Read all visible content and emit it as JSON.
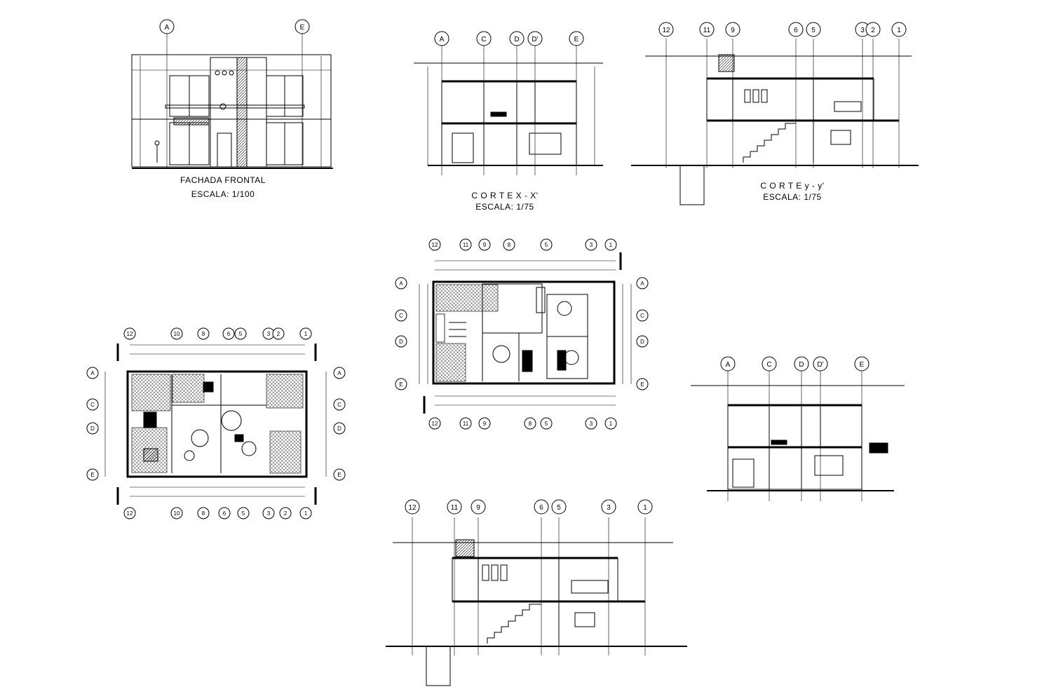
{
  "sheet": {
    "drawings": {
      "front_elevation": {
        "title": "FACHADA FRONTAL",
        "scale": "ESCALA: 1/100",
        "axes": [
          "A",
          "E"
        ]
      },
      "section_xx": {
        "title": "C O R T E  X - X'",
        "scale": "ESCALA: 1/75",
        "axes": [
          "A",
          "C",
          "D",
          "D'",
          "E"
        ]
      },
      "section_yy": {
        "title": "C O R T E  y - y'",
        "scale": "ESCALA: 1/75",
        "axes": [
          "12",
          "11",
          "9",
          "6",
          "5",
          "3",
          "2",
          "1"
        ]
      },
      "ground_plan": {
        "axes_top": [
          "12",
          "10",
          "8",
          "6",
          "5",
          "3",
          "2",
          "1"
        ],
        "axes_side": [
          "A",
          "C",
          "D",
          "E"
        ]
      },
      "upper_plan": {
        "axes_top": [
          "12",
          "11",
          "9",
          "8",
          "5",
          "3",
          "1"
        ],
        "axes_side": [
          "A",
          "C",
          "D",
          "E"
        ]
      },
      "section_xx_copy": {
        "axes": [
          "A",
          "C",
          "D",
          "D'",
          "E"
        ]
      },
      "section_yy_copy": {
        "axes": [
          "12",
          "11",
          "9",
          "6",
          "5",
          "3",
          "1"
        ]
      }
    }
  }
}
